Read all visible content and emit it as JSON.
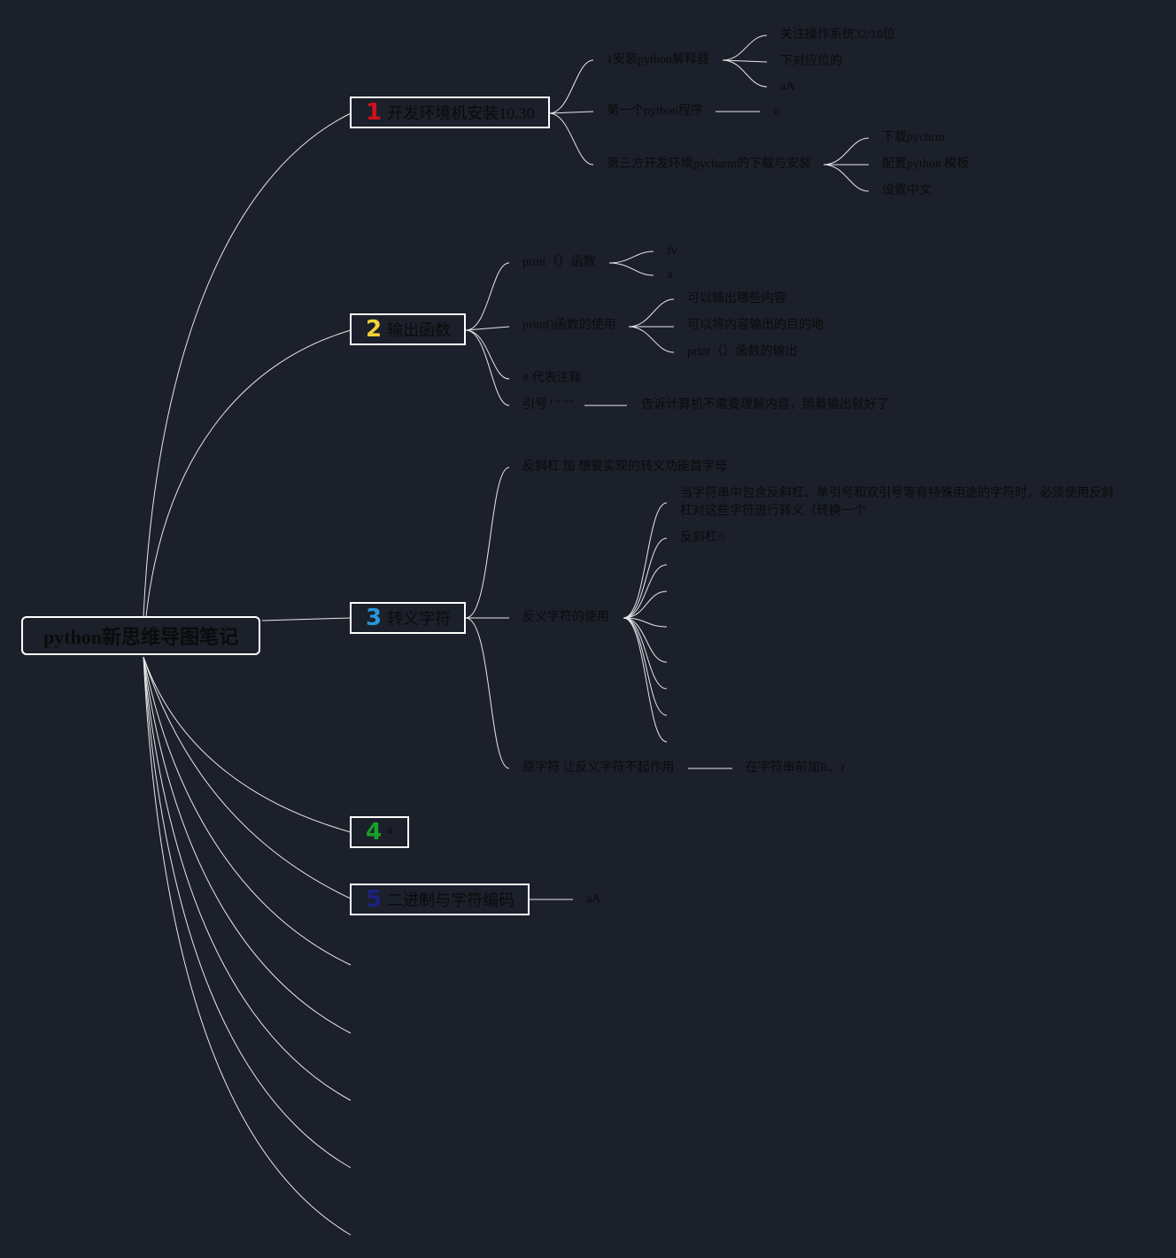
{
  "colors": {
    "background": "#1b202b",
    "line": "#e8e8e8",
    "num1": "#d0101e",
    "num2": "#f2d13a",
    "num3": "#2896d8",
    "num4": "#19a02a",
    "num5": "#1a237e"
  },
  "root": {
    "title": "python新思维导图笔记"
  },
  "branches": [
    {
      "num": "1",
      "label": "开发环境机安装10.30"
    },
    {
      "num": "2",
      "label": "输出函数"
    },
    {
      "num": "3",
      "label": "转义字符"
    },
    {
      "num": "4",
      "label": "a"
    },
    {
      "num": "5",
      "label": "二进制与字符编码"
    }
  ],
  "b1": {
    "c1": "1安装python解释器",
    "c1_children": [
      "关注操作系统32/16位",
      "下对应位的",
      "aA"
    ],
    "c2": "第一个python程序",
    "c2_child": "a",
    "c3": "第三方开发环境pycharm的下载与安装",
    "c3_children": [
      "下载pychrm",
      "配置python 模板",
      "设置中文"
    ]
  },
  "b2": {
    "c1": "print（）函数",
    "c1_children": [
      "fv",
      "a"
    ],
    "c2": "print()函数的使用",
    "c2_children": [
      "可以输出哪些内容",
      "可以将内容输出的目的地",
      "print（）函数的输出"
    ],
    "c3": "# 代表注释",
    "c4": "引号 ' \" \"\"",
    "c4_child": "告诉计算机不需要理解内容，照着输出就好了"
  },
  "b3": {
    "c1": "反斜杠 加 想要实现的转义功能首字母",
    "c2": "反义字符的使用",
    "c2_children": [
      "当字符串中包含反斜杠、单引号和双引号等有特殊用途的字符时，必须使用反斜杠对这些字符进行转义（转换一个",
      "反斜杠\\\\"
    ],
    "c3": "原字符 让反义字符不起作用",
    "c3_child": "在字符串前加R、r"
  },
  "b5": {
    "c1": "aA"
  }
}
